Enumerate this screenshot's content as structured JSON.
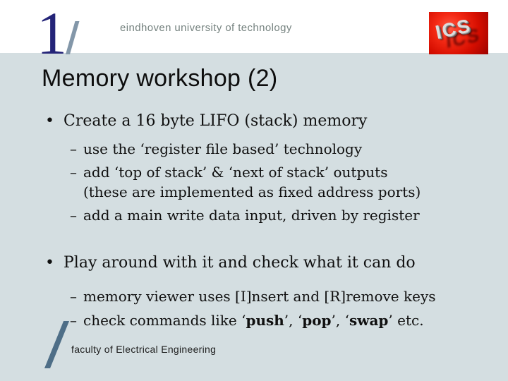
{
  "page": {
    "number": "1"
  },
  "header": {
    "institution": "eindhoven university of technology",
    "logo": {
      "text": "ICS"
    }
  },
  "title": "Memory workshop (2)",
  "glyphs": {
    "bullet": "•",
    "dash": "–"
  },
  "bullets": {
    "b1": {
      "label": "Create a 16 byte LIFO (stack) memory",
      "sub1": "use the ‘register file based’ technology",
      "sub2_line1": "add ‘top of stack’ & ‘next of stack’ outputs",
      "sub2_line2": "(these are implemented as fixed address ports)",
      "sub3": "add a main write data input, driven by register"
    },
    "b2": {
      "label": "Play around with it and check what it can do",
      "sub1": "memory viewer uses [I]nsert and [R]remove keys",
      "sub2": {
        "t1": "check commands like ‘",
        "k1": "push",
        "t2": "’, ‘",
        "k2": "pop",
        "t3": "’, ‘",
        "k3": "swap",
        "t4": "’ etc."
      }
    }
  },
  "footer": {
    "department": "faculty of Electrical Engineering"
  },
  "colors": {
    "band": "#d4dee1",
    "page_number_navy": "#242478",
    "page_slash_gray": "#8397a9",
    "institution_gray": "#75827f",
    "logo_red": "#d60e00",
    "footer_slash_blue": "#4e6e87",
    "text_black": "#101010"
  }
}
